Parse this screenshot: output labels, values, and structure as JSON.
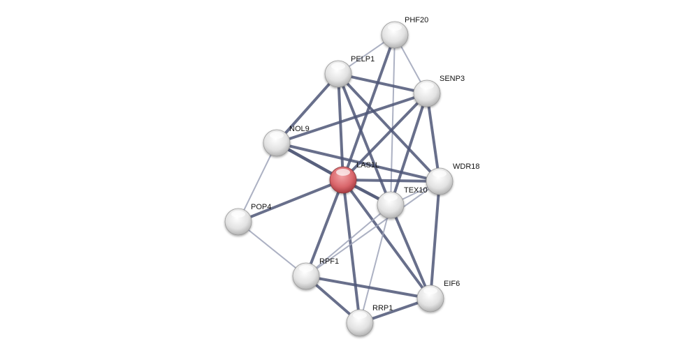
{
  "network": {
    "query_node": "LAS1L",
    "colors": {
      "query": "#d9666b",
      "node": "#e8e8e8",
      "edge_strong": "#3b4466",
      "edge_weak": "#9ea3b8"
    },
    "nodes": [
      "PHF20",
      "PELP1",
      "SENP3",
      "NOL9",
      "LAS1L",
      "WDR18",
      "TEX10",
      "POP4",
      "RPF1",
      "EIF6",
      "RRP1"
    ],
    "edges": [
      {
        "a": "PHF20",
        "b": "PELP1",
        "w": "weak"
      },
      {
        "a": "PHF20",
        "b": "LAS1L",
        "w": "strong"
      },
      {
        "a": "PHF20",
        "b": "TEX10",
        "w": "weak"
      },
      {
        "a": "PHF20",
        "b": "SENP3",
        "w": "weak"
      },
      {
        "a": "PELP1",
        "b": "SENP3",
        "w": "strong"
      },
      {
        "a": "PELP1",
        "b": "NOL9",
        "w": "strong"
      },
      {
        "a": "PELP1",
        "b": "LAS1L",
        "w": "strong"
      },
      {
        "a": "PELP1",
        "b": "TEX10",
        "w": "strong"
      },
      {
        "a": "PELP1",
        "b": "WDR18",
        "w": "strong"
      },
      {
        "a": "SENP3",
        "b": "NOL9",
        "w": "strong"
      },
      {
        "a": "SENP3",
        "b": "LAS1L",
        "w": "strong"
      },
      {
        "a": "SENP3",
        "b": "TEX10",
        "w": "strong"
      },
      {
        "a": "SENP3",
        "b": "WDR18",
        "w": "strong"
      },
      {
        "a": "NOL9",
        "b": "LAS1L",
        "w": "strongest"
      },
      {
        "a": "NOL9",
        "b": "WDR18",
        "w": "strong"
      },
      {
        "a": "NOL9",
        "b": "POP4",
        "w": "weak"
      },
      {
        "a": "LAS1L",
        "b": "WDR18",
        "w": "strong"
      },
      {
        "a": "LAS1L",
        "b": "TEX10",
        "w": "strongest"
      },
      {
        "a": "LAS1L",
        "b": "POP4",
        "w": "strong"
      },
      {
        "a": "LAS1L",
        "b": "RPF1",
        "w": "strong"
      },
      {
        "a": "LAS1L",
        "b": "RRP1",
        "w": "strong"
      },
      {
        "a": "LAS1L",
        "b": "EIF6",
        "w": "strong"
      },
      {
        "a": "TEX10",
        "b": "RPF1",
        "w": "weak"
      },
      {
        "a": "WDR18",
        "b": "RPF1",
        "w": "weak"
      },
      {
        "a": "TEX10",
        "b": "WDR18",
        "w": "weak"
      },
      {
        "a": "TEX10",
        "b": "EIF6",
        "w": "strong"
      },
      {
        "a": "TEX10",
        "b": "RRP1",
        "w": "weak"
      },
      {
        "a": "WDR18",
        "b": "EIF6",
        "w": "strong"
      },
      {
        "a": "POP4",
        "b": "RPF1",
        "w": "weak"
      },
      {
        "a": "RPF1",
        "b": "EIF6",
        "w": "strong"
      },
      {
        "a": "RPF1",
        "b": "RRP1",
        "w": "strong"
      },
      {
        "a": "RRP1",
        "b": "EIF6",
        "w": "strong"
      }
    ]
  }
}
